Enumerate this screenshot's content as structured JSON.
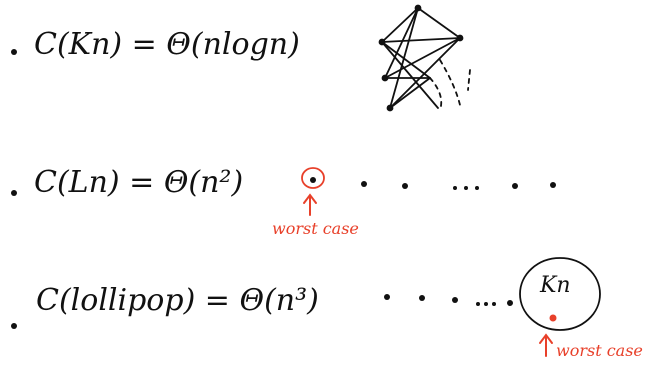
{
  "notes": {
    "line1": "C(Kn) = Θ(nlogn)",
    "line2": "C(Ln) = Θ(n²)",
    "line3": "C(lollipop) = Θ(n³)",
    "worst_case_1": "worst case",
    "worst_case_2": "worst case",
    "clique_label": "Kn"
  },
  "colors": {
    "ink": "#111111",
    "annotation": "#e8402a"
  },
  "icons": {
    "bullet": "dot",
    "arrow": "up-arrow",
    "circle": "hand-drawn-circle"
  }
}
